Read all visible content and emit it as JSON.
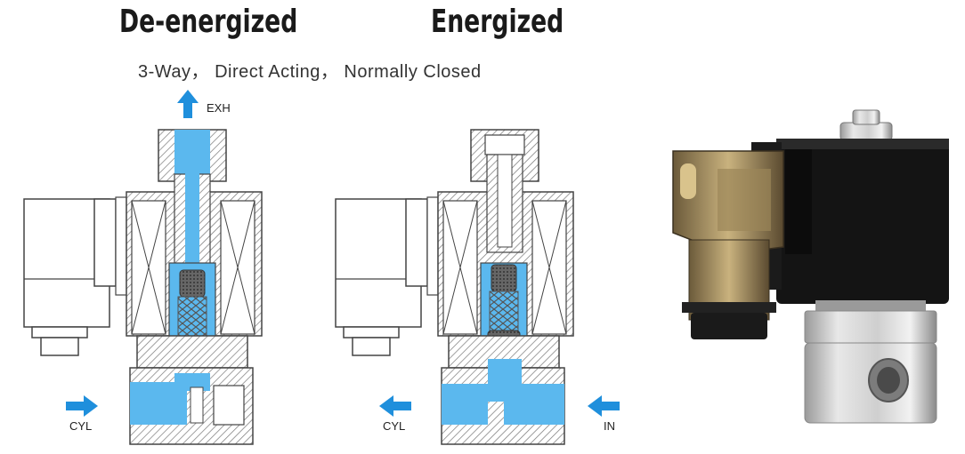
{
  "titles": {
    "left": "De-energized",
    "right": "Energized"
  },
  "subtitle": "3-Way， Direct Acting， Normally Closed",
  "ports": {
    "exh": "EXH",
    "cyl_left": "CYL",
    "cyl_right": "CYL",
    "in": "IN"
  },
  "colors": {
    "fluid": "#5bb8ee",
    "arrow": "#1f8fdc",
    "hatch": "#777777",
    "outline": "#444444"
  }
}
